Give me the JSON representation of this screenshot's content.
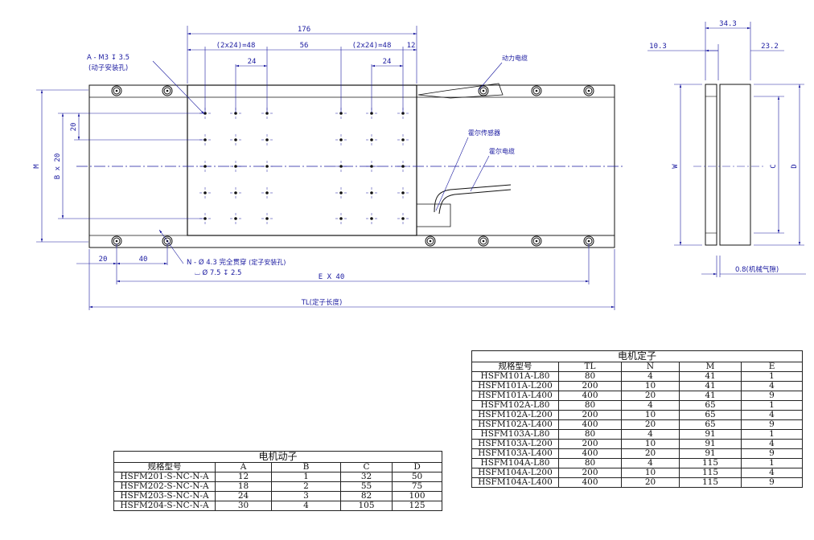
{
  "drawing": {
    "top_dims": {
      "overall": "176",
      "group_left": "(2x24)=48",
      "middle": "56",
      "group_right": "(2x24)=48",
      "edge": "12",
      "pitch_left": "24",
      "pitch_right": "24"
    },
    "mover_hole_note": {
      "line1": "A - M3 ↧ 3.5",
      "line2": "(动子安装孔)"
    },
    "cable_labels": {
      "power_cable": "动力电缆",
      "hall_sensor": "霍尔传感器",
      "hall_cable": "霍尔电缆"
    },
    "left_dims": {
      "m": "M",
      "b": "B x 20",
      "twenty": "20"
    },
    "bottom_dims": {
      "first": "20",
      "pitch": "40",
      "e": "E X 40",
      "tl": "TL(定子长度)"
    },
    "stator_hole_note": {
      "line1": "N - Ø 4.3 完全贯穿",
      "line1_suffix": "(定子安装孔)",
      "line2": "⌴ Ø 7.5 ↧ 2.5"
    },
    "side_view": {
      "top": "34.3",
      "left": "10.3",
      "right": "23.2",
      "w": "W",
      "c": "C",
      "d": "D",
      "gap": "0.8(机械气隙)"
    }
  },
  "mover_table": {
    "title": "电机动子",
    "headers": [
      "规格型号",
      "A",
      "B",
      "C",
      "D"
    ],
    "rows": [
      [
        "HSFM201-S-NC-N-A",
        "12",
        "1",
        "32",
        "50"
      ],
      [
        "HSFM202-S-NC-N-A",
        "18",
        "2",
        "55",
        "75"
      ],
      [
        "HSFM203-S-NC-N-A",
        "24",
        "3",
        "82",
        "100"
      ],
      [
        "HSFM204-S-NC-N-A",
        "30",
        "4",
        "105",
        "125"
      ]
    ]
  },
  "stator_table": {
    "title": "电机定子",
    "headers": [
      "规格型号",
      "TL",
      "N",
      "M",
      "E"
    ],
    "rows": [
      [
        "HSFM101A-L80",
        "80",
        "4",
        "41",
        "1"
      ],
      [
        "HSFM101A-L200",
        "200",
        "10",
        "41",
        "4"
      ],
      [
        "HSFM101A-L400",
        "400",
        "20",
        "41",
        "9"
      ],
      [
        "HSFM102A-L80",
        "80",
        "4",
        "65",
        "1"
      ],
      [
        "HSFM102A-L200",
        "200",
        "10",
        "65",
        "4"
      ],
      [
        "HSFM102A-L400",
        "400",
        "20",
        "65",
        "9"
      ],
      [
        "HSFM103A-L80",
        "80",
        "4",
        "91",
        "1"
      ],
      [
        "HSFM103A-L200",
        "200",
        "10",
        "91",
        "4"
      ],
      [
        "HSFM103A-L400",
        "400",
        "20",
        "91",
        "9"
      ],
      [
        "HSFM104A-L80",
        "80",
        "4",
        "115",
        "1"
      ],
      [
        "HSFM104A-L200",
        "200",
        "10",
        "115",
        "4"
      ],
      [
        "HSFM104A-L400",
        "400",
        "20",
        "115",
        "9"
      ]
    ]
  }
}
